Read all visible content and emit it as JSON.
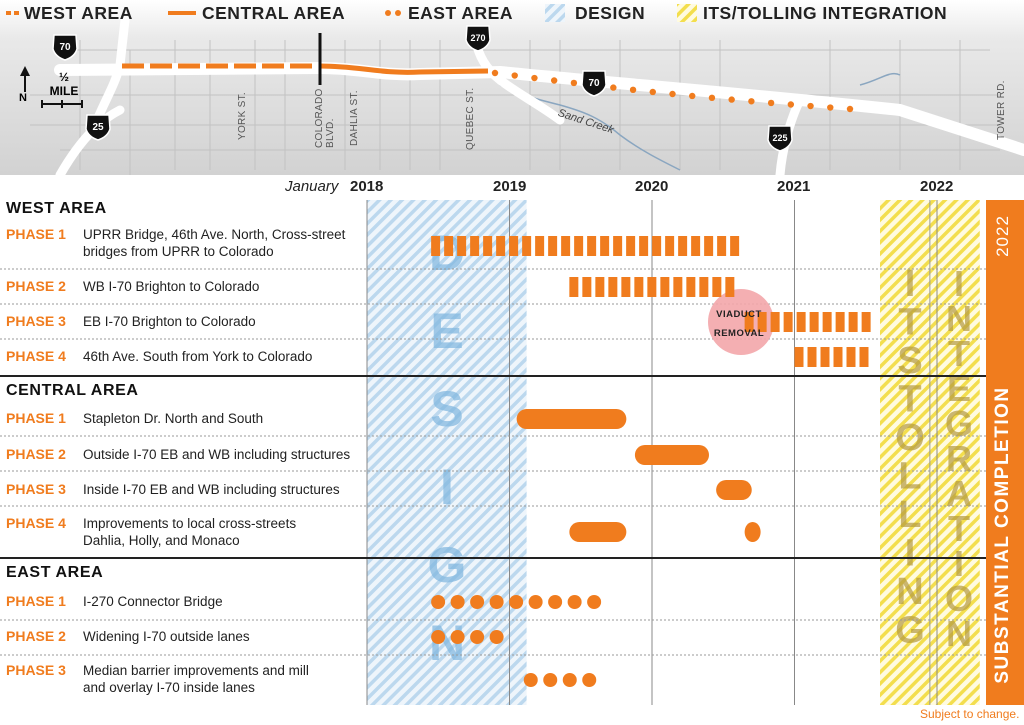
{
  "legend": {
    "west": "WEST AREA",
    "central": "CENTRAL AREA",
    "east": "EAST AREA",
    "design": "DESIGN",
    "its": "ITS/TOLLING INTEGRATION"
  },
  "map": {
    "scale_label": "½ MILE",
    "north_label": "N",
    "streets": [
      "YORK ST.",
      "COLORADO BLVD.",
      "DAHLIA ST.",
      "QUEBEC ST.",
      "TOWER RD."
    ],
    "creek": "Sand Creek",
    "shields": [
      "70",
      "25",
      "270",
      "70",
      "225"
    ]
  },
  "timeline": {
    "start_word": "January",
    "years": [
      "2018",
      "2019",
      "2020",
      "2021",
      "2022"
    ]
  },
  "chart_data": {
    "type": "gantt",
    "x_axis": "year",
    "x_range": [
      2018.0,
      2022.5
    ],
    "design_span": [
      2018.0,
      2019.12
    ],
    "its_tolling_span": [
      2021.6,
      2022.3
    ],
    "substantial_completion": "2022",
    "areas": [
      {
        "name": "WEST AREA",
        "phases": [
          {
            "phase": "PHASE 1",
            "task": "UPRR Bridge, 46th Ave. North, Cross-street bridges from UPRR to Colorado",
            "start": 2018.45,
            "end": 2020.65
          },
          {
            "phase": "PHASE 2",
            "task": "WB I-70 Brighton to Colorado",
            "start": 2019.42,
            "end": 2020.65
          },
          {
            "phase": "PHASE 3",
            "task": "EB I-70 Brighton to Colorado",
            "start": 2020.65,
            "end": 2021.58
          },
          {
            "phase": "PHASE 4",
            "task": "46th Ave. South from York to Colorado",
            "start": 2021.0,
            "end": 2021.58
          }
        ]
      },
      {
        "name": "CENTRAL AREA",
        "phases": [
          {
            "phase": "PHASE 1",
            "task": "Stapleton Dr. North and South",
            "start": 2019.05,
            "end": 2019.82
          },
          {
            "phase": "PHASE 2",
            "task": "Outside I-70 EB and WB including structures",
            "start": 2019.88,
            "end": 2020.4
          },
          {
            "phase": "PHASE 3",
            "task": "Inside I-70 EB and WB including structures",
            "start": 2020.45,
            "end": 2020.7
          },
          {
            "phase": "PHASE 4",
            "task": "Improvements to local cross-streets Dahlia, Holly, and Monaco",
            "segments": [
              [
                2019.42,
                2019.82
              ],
              [
                2020.65,
                2020.72
              ]
            ]
          }
        ]
      },
      {
        "name": "EAST AREA",
        "phases": [
          {
            "phase": "PHASE 1",
            "task": "I-270 Connector Bridge",
            "start": 2018.45,
            "end": 2019.6
          },
          {
            "phase": "PHASE 2",
            "task": "Widening I-70 outside lanes",
            "start": 2018.45,
            "end": 2018.92
          },
          {
            "phase": "PHASE 3",
            "task": "Median barrier improvements and mill and overlay I-70 inside lanes",
            "start": 2019.1,
            "end": 2019.6
          }
        ]
      }
    ],
    "annotations": [
      "VIADUCT REMOVAL",
      "Subject to change."
    ]
  },
  "watermarks": {
    "design_letters": [
      "D",
      "E",
      "S",
      "I",
      "G",
      "N"
    ],
    "its_letters": [
      "I",
      "T",
      "S",
      "T",
      "O",
      "L",
      "L",
      "I",
      "N",
      "G"
    ],
    "integration_letters": [
      "I",
      "N",
      "T",
      "E",
      "G",
      "R",
      "A",
      "T",
      "I",
      "O",
      "N"
    ]
  },
  "labels": {
    "viaduct": [
      "VIADUCT",
      "REMOVAL"
    ],
    "substantial_completion": "SUBSTANTIAL COMPLETION",
    "sc_year": "2022",
    "note": "Subject to change."
  },
  "colors": {
    "orange": "#f07c1e",
    "design_blue": "#a9cde8",
    "its_yellow": "#f2dc3c",
    "map_road": "#ffffff",
    "map_bg": "#dadada"
  }
}
